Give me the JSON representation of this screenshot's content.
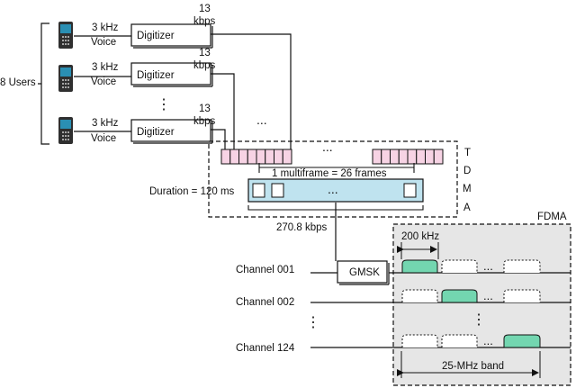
{
  "users": {
    "label": "8 Users",
    "rows": [
      {
        "freq": "3 kHz",
        "type": "Voice",
        "block": "Digitizer",
        "rate_num": "13",
        "rate_unit": "kbps"
      },
      {
        "freq": "3 kHz",
        "type": "Voice",
        "block": "Digitizer",
        "rate_num": "13",
        "rate_unit": "kbps"
      },
      {
        "freq": "3 kHz",
        "type": "Voice",
        "block": "Digitizer",
        "rate_num": "13",
        "rate_unit": "kbps"
      }
    ],
    "ellipsis_vertical": "⋮",
    "ellipsis_horizontal": "..."
  },
  "tdma": {
    "letters": [
      "T",
      "D",
      "M",
      "A"
    ],
    "multiframe_label": "1 multiframe = 26 frames",
    "duration_label": "Duration = 120 ms",
    "ellipsis": "...",
    "bitrate": "270.8 kbps"
  },
  "gmsk": {
    "label": "GMSK"
  },
  "fdma": {
    "title": "FDMA",
    "channel_width": "200 kHz",
    "band": "25-MHz band",
    "ellipsis": "...",
    "ellipsis_vertical": "⋮"
  },
  "channels": [
    {
      "label": "Channel 001"
    },
    {
      "label": "Channel 002"
    },
    {
      "label": "Channel 124"
    }
  ],
  "channels_ellipsis": "⋮",
  "colors": {
    "slot_fill": "#f7d3e4",
    "multiframe_fill": "#bfe3ef",
    "fdma_fill": "#e6e6e6",
    "active_channel_fill": "#73d6b0",
    "phone_body": "#2f2f2f",
    "phone_screen": "#2a8fb3"
  }
}
